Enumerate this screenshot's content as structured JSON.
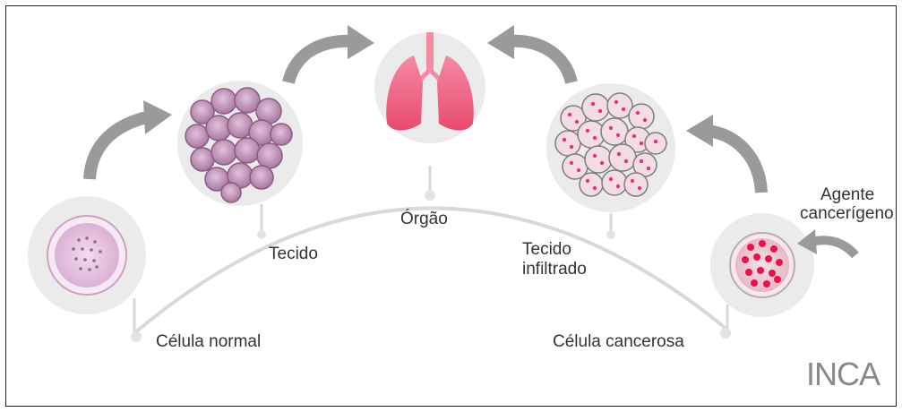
{
  "labels": {
    "celula_normal": "Célula normal",
    "tecido": "Tecido",
    "orgao": "Órgão",
    "tecido_infiltrado_line1": "Tecido",
    "tecido_infiltrado_line2": "infiltrado",
    "celula_cancerosa": "Célula cancerosa",
    "agente_line1": "Agente",
    "agente_line2": "cancerígeno"
  },
  "logo": {
    "text": "INCA"
  },
  "colors": {
    "frame": "#222222",
    "stage_circle": "#e8e8e8",
    "arc": "#d9d9d9",
    "arrow": "#9a9a9a",
    "normal_cell": "#e9c9e3",
    "tissue_cell": "#c89bc0",
    "infiltrated_dot": "#e8356a",
    "lung": "#f0567a",
    "cancer_dot": "#e8134a"
  }
}
